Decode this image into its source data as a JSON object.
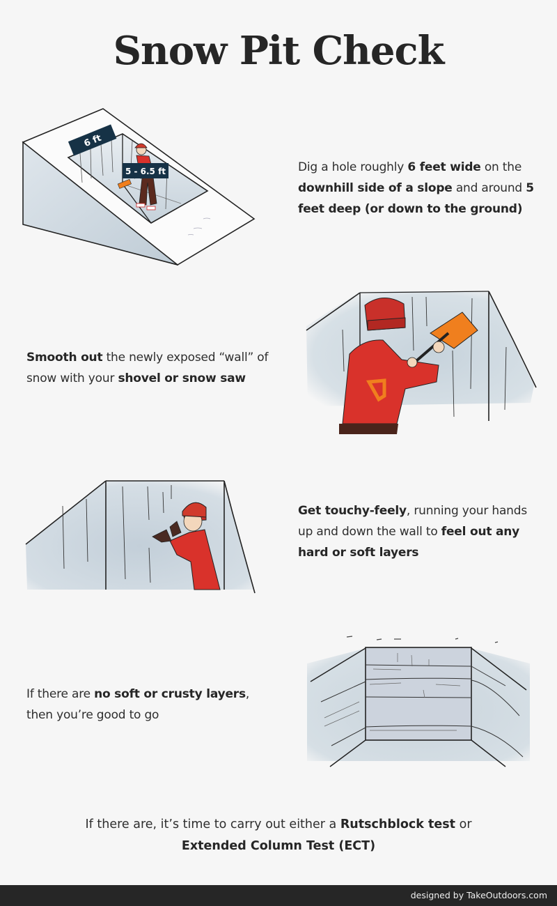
{
  "title": "Snow Pit Check",
  "steps": [
    {
      "parts": [
        {
          "t": "Dig a hole roughly ",
          "b": false
        },
        {
          "t": "6 feet wide",
          "b": true
        },
        {
          "t": " on the ",
          "b": false
        },
        {
          "t": "downhill side of a slope",
          "b": true
        },
        {
          "t": " and around ",
          "b": false
        },
        {
          "t": "5 feet deep (or down to the ground)",
          "b": true
        }
      ],
      "illustration": {
        "name": "digging-pit-illustration",
        "labels": {
          "width": "6 ft",
          "depth": "5 - 6.5 ft"
        }
      }
    },
    {
      "parts": [
        {
          "t": "Smooth out",
          "b": true
        },
        {
          "t": " the newly exposed “wall” of snow with your ",
          "b": false
        },
        {
          "t": "shovel or snow saw",
          "b": true
        }
      ],
      "illustration": {
        "name": "smoothing-wall-illustration"
      }
    },
    {
      "parts": [
        {
          "t": "Get touchy-feely",
          "b": true
        },
        {
          "t": ", running your hands up and down the wall to ",
          "b": false
        },
        {
          "t": "feel out any hard or soft layers",
          "b": true
        }
      ],
      "illustration": {
        "name": "feeling-layers-illustration"
      }
    },
    {
      "parts": [
        {
          "t": "If there are ",
          "b": false
        },
        {
          "t": "no soft or crusty layers",
          "b": true
        },
        {
          "t": ", then you’re good to go",
          "b": false
        }
      ],
      "illustration": {
        "name": "snow-layers-wall-illustration"
      }
    }
  ],
  "closing": {
    "parts": [
      {
        "t": "If there are, it’s time to carry out either a ",
        "b": false
      },
      {
        "t": "Rutschblock test",
        "b": true
      },
      {
        "t": " or ",
        "b": false
      },
      {
        "t": "Extended Column Test (ECT)",
        "b": true
      }
    ]
  },
  "footer": {
    "credit": "designed by TakeOutdoors.com"
  },
  "colors": {
    "background": "#f6f6f6",
    "text": "#2a2a2a",
    "footer_bg": "#262626",
    "label_bg": "#163246",
    "jacket_red": "#d9322b",
    "shovel_orange": "#f07f1e",
    "snow_shadow": "#c9d5de"
  }
}
